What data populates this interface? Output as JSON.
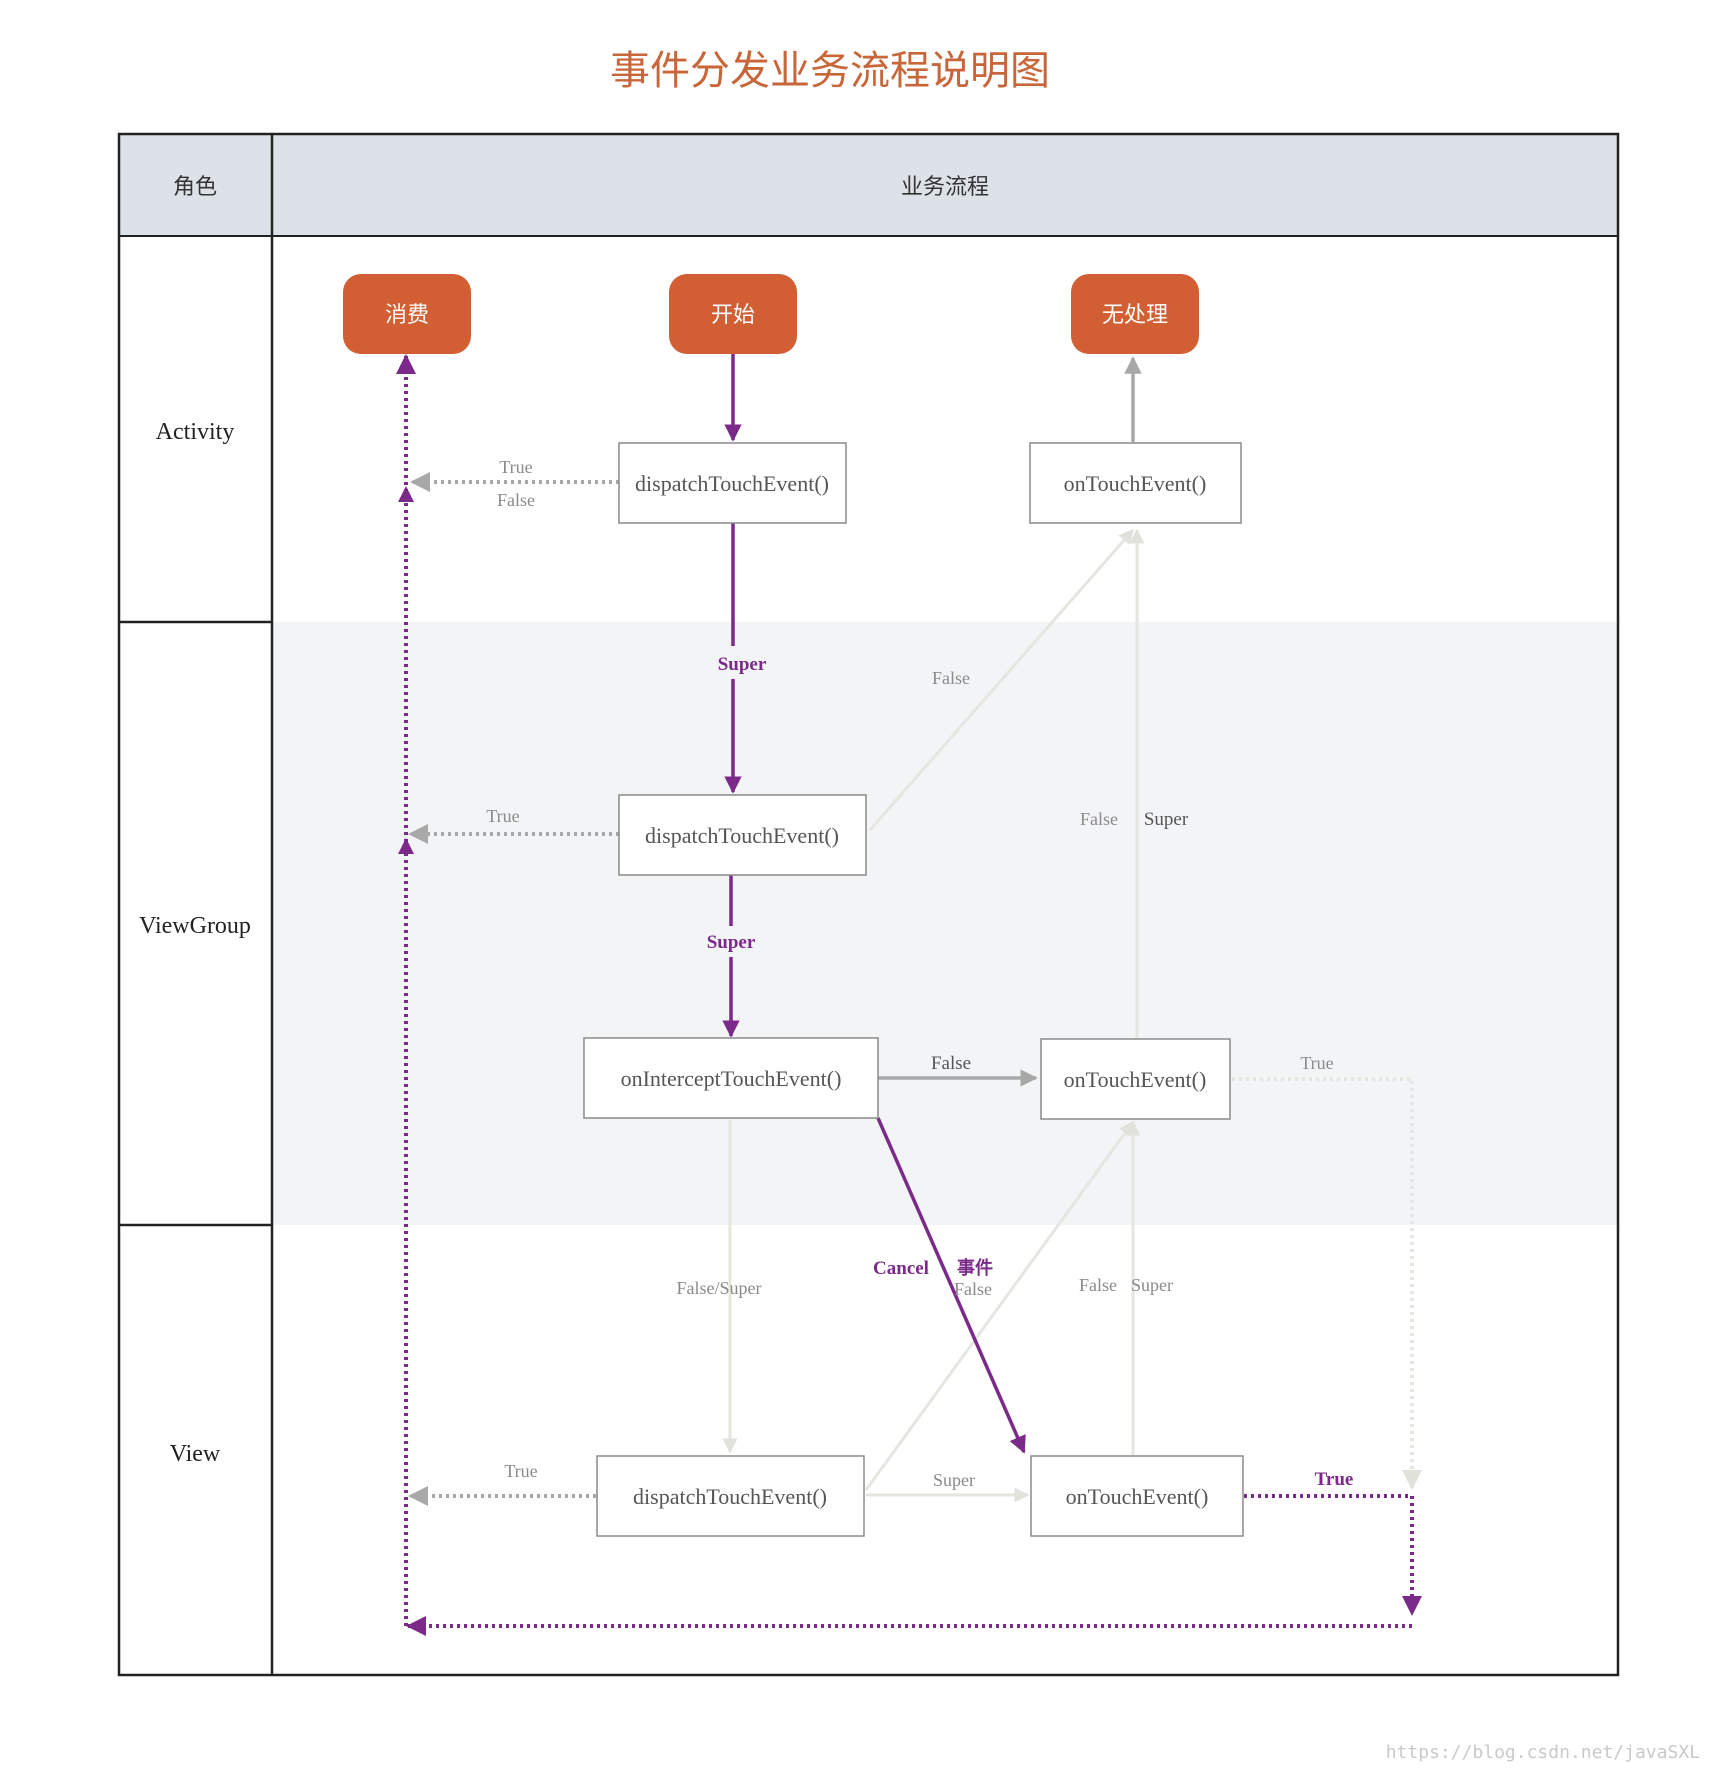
{
  "title": "事件分发业务流程说明图",
  "table": {
    "header_role": "角色",
    "header_flow": "业务流程",
    "roles": [
      "Activity",
      "ViewGroup",
      "View"
    ]
  },
  "terminals": {
    "consume": "消费",
    "start": "开始",
    "no_handle": "无处理"
  },
  "nodes": {
    "activity_dispatch": "dispatchTouchEvent()",
    "activity_ontouch": "onTouchEvent()",
    "vg_dispatch": "dispatchTouchEvent()",
    "vg_intercept": "onInterceptTouchEvent()",
    "vg_ontouch": "onTouchEvent()",
    "view_dispatch": "dispatchTouchEvent()",
    "view_ontouch": "onTouchEvent()"
  },
  "labels": {
    "a_true": "True",
    "a_false": "False",
    "super_1": "Super",
    "vg_false_diag": "False",
    "vg_true": "True",
    "vg_false_up": "False",
    "vg_super_up": "Super",
    "super_2": "Super",
    "intercept_false": "False",
    "vg_ontouch_true": "True",
    "false_super": "False/Super",
    "cancel": "Cancel",
    "cancel_event": "事件",
    "cancel_false": "False",
    "v_false_up": "False",
    "v_super_up": "Super",
    "v_true": "True",
    "v_super": "Super",
    "v_ontouch_true": "True"
  },
  "watermark": "https://blog.csdn.net/javaSXL",
  "colors": {
    "title": "#c8663a",
    "terminal": "#d15f33",
    "purple": "#7b2a8a",
    "gray_arrow": "#a8a8a8",
    "light_arrow": "#e6e6e1",
    "header_bg": "#dde1e8",
    "band_bg": "#f3f4f6"
  }
}
